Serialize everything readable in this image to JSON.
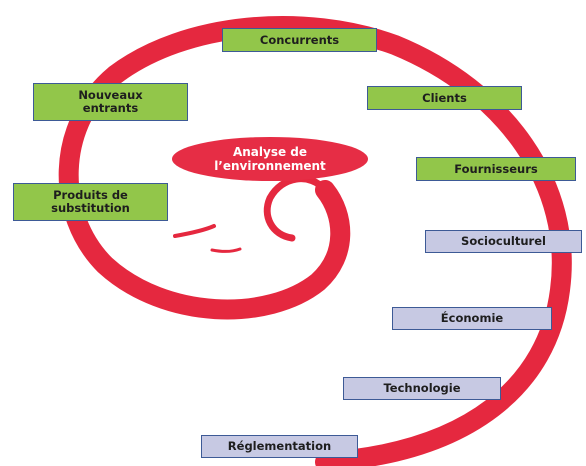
{
  "center": {
    "label": "Analyse de\nl’environnement"
  },
  "green_boxes": [
    {
      "id": "concurrents",
      "label": "Concurrents"
    },
    {
      "id": "nouveaux-entrants",
      "label": "Nouveaux\nentrants"
    },
    {
      "id": "clients",
      "label": "Clients"
    },
    {
      "id": "fournisseurs",
      "label": "Fournisseurs"
    },
    {
      "id": "produits-de-substitution",
      "label": "Produits de\nsubstitution"
    }
  ],
  "lavender_boxes": [
    {
      "id": "socioculturel",
      "label": "Socioculturel"
    },
    {
      "id": "economie",
      "label": "Économie"
    },
    {
      "id": "technologie",
      "label": "Technologie"
    },
    {
      "id": "reglementation",
      "label": "Réglementation"
    }
  ],
  "colors": {
    "spiral": "#e5283f",
    "green_box": "#92c64a",
    "lavender_box": "#c7c9e3",
    "box_border": "#3d5a96",
    "center_ellipse": "#e62d45"
  }
}
